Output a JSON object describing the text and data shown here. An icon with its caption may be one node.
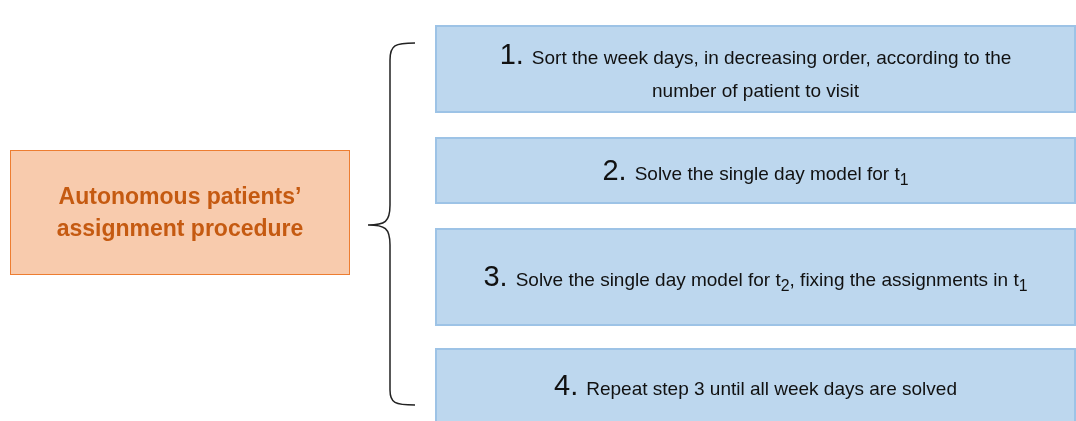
{
  "diagram": {
    "nodes": [
      {
        "text": [
          "Autonomous patients’ assignment procedure"
        ]
      },
      {
        "text": [
          "1.",
          "Sort the week days, in decreasing order, according to the number of patient to visit"
        ]
      },
      {
        "text": [
          "2.",
          "Solve the single day model for t$_{1}$"
        ]
      },
      {
        "text": [
          "3.",
          "Solve the single day model for t$_{2}$, fixing the assignments in t$_{1}$"
        ]
      },
      {
        "text": [
          "4.",
          "Repeat step 3 until all week days are solved"
        ]
      }
    ],
    "edges": []
  }
}
